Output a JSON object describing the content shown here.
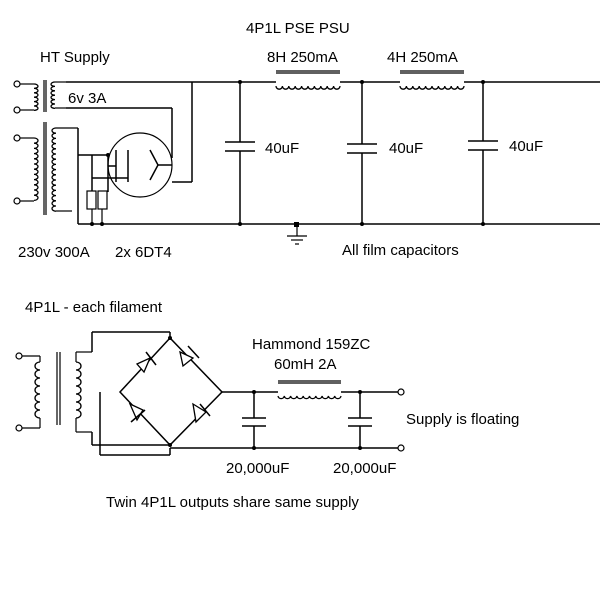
{
  "ht": {
    "title": "4P1L PSE PSU",
    "supply_label": "HT Supply",
    "heater_label": "6v 3A",
    "transformer_label": "230v 300A",
    "rectifier_label": "2x 6DT4",
    "choke1_label": "8H 250mA",
    "choke2_label": "4H 250mA",
    "cap1_label": "40uF",
    "cap2_label": "40uF",
    "cap3_label": "40uF",
    "note": "All film capacitors"
  },
  "filament": {
    "title": "4P1L - each filament",
    "choke_label_line1": "Hammond 159ZC",
    "choke_label_line2": "60mH 2A",
    "cap1_label": "20,000uF",
    "cap2_label": "20,000uF",
    "note": "Supply is floating"
  },
  "footer": "Twin 4P1L outputs share same supply",
  "colors": {
    "ink": "#000000",
    "background": "#ffffff"
  }
}
